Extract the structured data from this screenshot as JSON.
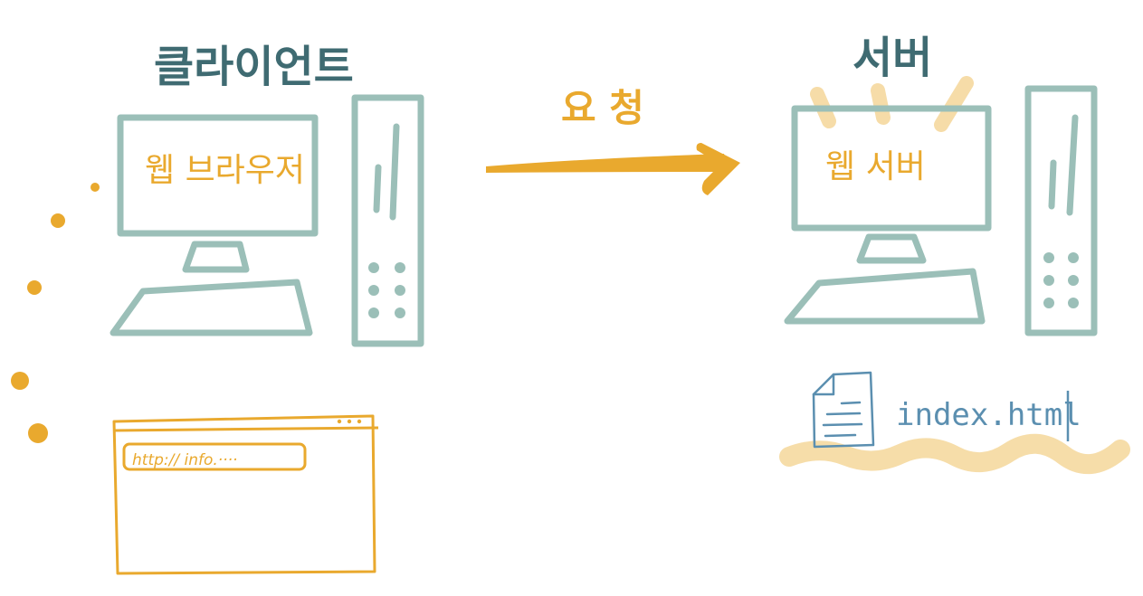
{
  "client": {
    "title": "클라이언트",
    "monitor_label": "웹 브라우저"
  },
  "request": {
    "label": "요 청"
  },
  "server": {
    "title": "서버",
    "monitor_label": "웹 서버"
  },
  "file": {
    "name": "index.html"
  },
  "browser_window": {
    "url": "http:// info.····"
  },
  "colors": {
    "teal": "#9bbfb8",
    "title_teal": "#3f6b72",
    "orange": "#e9a92e",
    "light_orange": "#f5d79a",
    "file_blue": "#5b8fb0"
  },
  "icons": [
    "desktop-computer-icon",
    "document-icon",
    "arrow-right-icon"
  ]
}
